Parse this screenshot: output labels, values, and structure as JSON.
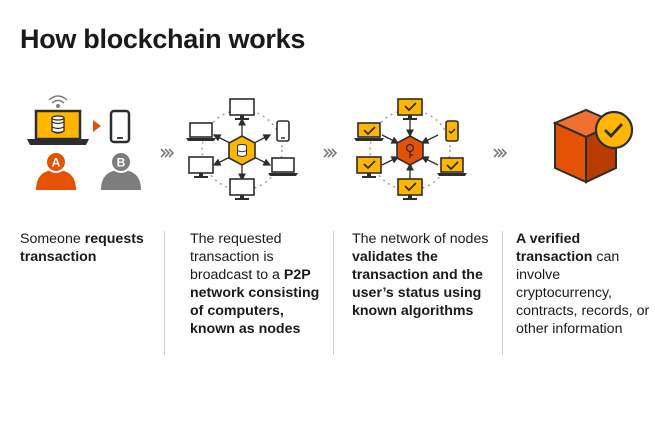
{
  "title": "How blockchain works",
  "colors": {
    "orange": "#e35205",
    "yellow": "#ffb600",
    "dark": "#2d2d2d",
    "gray": "#7d7d7d",
    "light_gray": "#c7c7c7"
  },
  "steps": [
    {
      "icon": "laptop-to-phone-icon",
      "badges": [
        "A",
        "B"
      ],
      "text_1": "Someone ",
      "text_bold_1": "requests transaction",
      "text_2": "",
      "text_bold_2": ""
    },
    {
      "icon": "p2p-network-icon",
      "text_1": "The requested transaction is broadcast to a ",
      "text_bold_1": "P2P network consisting of computers, known as nodes",
      "text_2": "",
      "text_bold_2": ""
    },
    {
      "icon": "validating-network-icon",
      "text_1": "The network of nodes ",
      "text_bold_1": "validates the transaction and the user’s status using known algorithms",
      "text_2": "",
      "text_bold_2": ""
    },
    {
      "icon": "verified-block-icon",
      "text_1": "",
      "text_bold_1": "A verified transaction",
      "text_2": " can involve cryptocurrency, contracts, records, or other information",
      "text_bold_2": ""
    }
  ]
}
